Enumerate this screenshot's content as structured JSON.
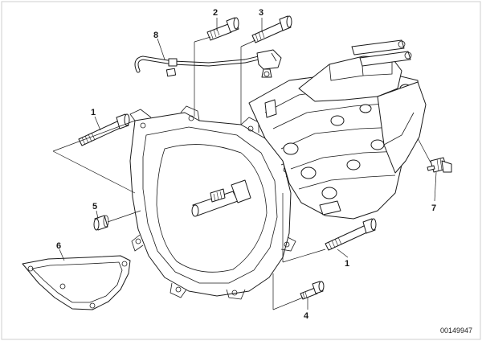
{
  "callouts": {
    "c1a": "1",
    "c1b": "1",
    "c2": "2",
    "c3": "3",
    "c4": "4",
    "c5": "5",
    "c6": "6",
    "c7": "7",
    "c8": "8"
  },
  "diagram_ref": "00149947"
}
